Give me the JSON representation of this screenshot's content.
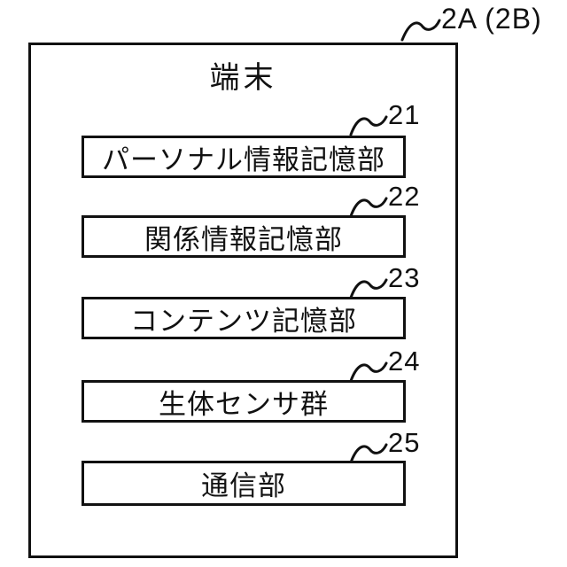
{
  "figure": {
    "outer_label": "2A (2B)",
    "title": "端末",
    "boxes": [
      {
        "ref": "21",
        "label": "パーソナル情報記憶部"
      },
      {
        "ref": "22",
        "label": "関係情報記憶部"
      },
      {
        "ref": "23",
        "label": "コンテンツ記憶部"
      },
      {
        "ref": "24",
        "label": "生体センサ群"
      },
      {
        "ref": "25",
        "label": "通信部"
      }
    ],
    "colors": {
      "line": "#111111",
      "background": "#ffffff"
    }
  }
}
